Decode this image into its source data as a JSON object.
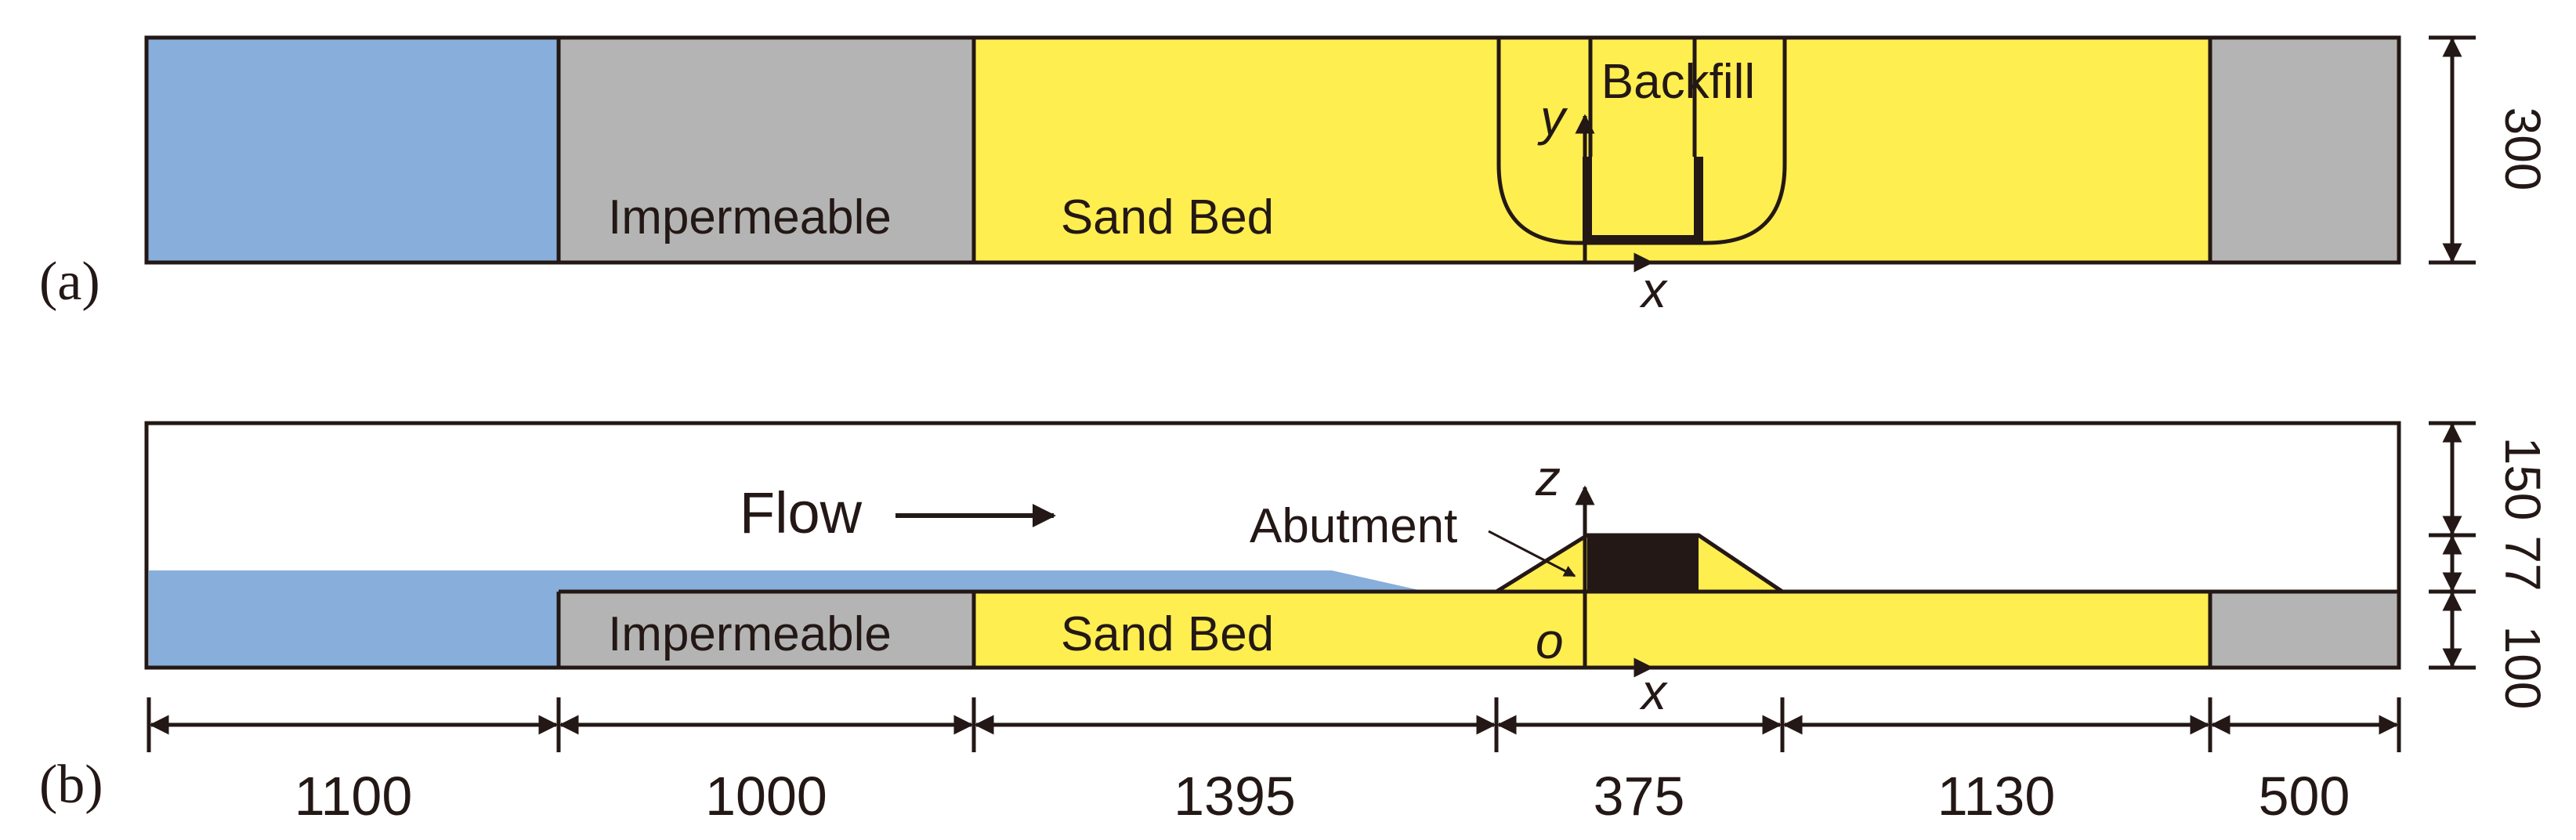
{
  "panel_a": {
    "label": "(a)",
    "region_impermeable": "Impermeable",
    "region_sand_bed": "Sand Bed",
    "region_backfill": "Backfill",
    "axis_y": "y",
    "axis_x": "x",
    "width_dim": "300"
  },
  "panel_b": {
    "label": "(b)",
    "flow_label": "Flow",
    "abutment_label": "Abutment",
    "region_impermeable": "Impermeable",
    "region_sand_bed": "Sand Bed",
    "axis_z": "z",
    "axis_x": "x",
    "origin": "o",
    "height_dims": [
      "150",
      "77",
      "100"
    ],
    "length_dims": [
      "1100",
      "1000",
      "1395",
      "375",
      "1130",
      "500"
    ]
  },
  "colors": {
    "water": "#88aedb",
    "impermeable": "#b4b4b4",
    "sand": "#ffee50",
    "abutment": "#231815",
    "outline": "#231815"
  }
}
